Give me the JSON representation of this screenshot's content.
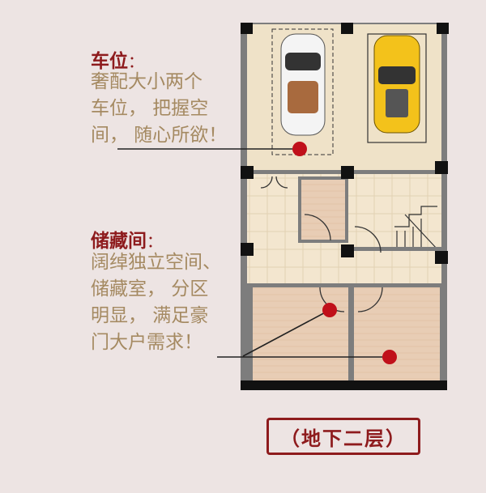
{
  "parking": {
    "title": "车位",
    "colon": "：",
    "lines": [
      "奢配大小两个",
      "车位，  把握空",
      "间，    随心所欲！"
    ]
  },
  "storage": {
    "title": "储藏间",
    "colon": "：",
    "lines": [
      "阔绰独立空间、",
      "储藏室，  分区",
      "明显，  满足豪",
      "门大户需求！"
    ]
  },
  "floor_label": "（地下二层）",
  "colors": {
    "accent": "#8e1b1d",
    "body_text": "#a58a62",
    "background": "#ede4e3",
    "marker": "#c0101a"
  }
}
